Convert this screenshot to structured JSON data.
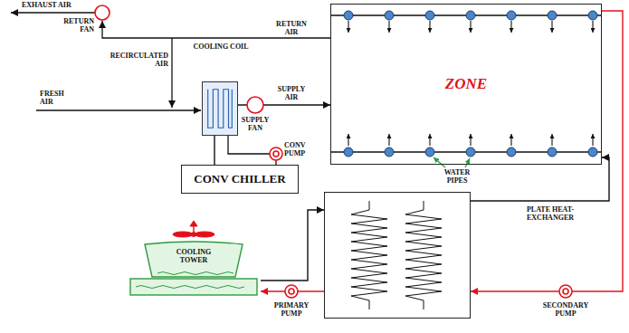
{
  "diagram": {
    "nodes": [
      {
        "text": [
          "ZONE"
        ]
      },
      {
        "text": [
          "COOLING COIL"
        ]
      },
      {
        "text": [
          "CONV CHILLER"
        ]
      },
      {
        "text": [
          "PLATE HEAT-EXCHANGER"
        ]
      },
      {
        "text": [
          "COOLING TOWER"
        ]
      }
    ],
    "edges": [
      {
        "from": 1,
        "to": 0,
        "arrow": "to",
        "label": "SUPPLY AIR"
      },
      {
        "from": 2,
        "to": 1,
        "arrow": "none"
      },
      {
        "from": 0,
        "to": 3,
        "arrow": "to"
      },
      {
        "from": 3,
        "to": 0,
        "arrow": "to"
      },
      {
        "from": 4,
        "to": 3,
        "arrow": "to"
      },
      {
        "from": 3,
        "to": 4,
        "arrow": "to"
      }
    ],
    "labels": [
      "EXHAUST AIR",
      "RETURN FAN",
      "RETURN AIR",
      "RECIRCULATED AIR",
      "FRESH AIR",
      "SUPPLY FAN",
      "CONV PUMP",
      "WATER PIPES",
      "PRIMARY PUMP",
      "SECONDARY PUMP"
    ]
  }
}
